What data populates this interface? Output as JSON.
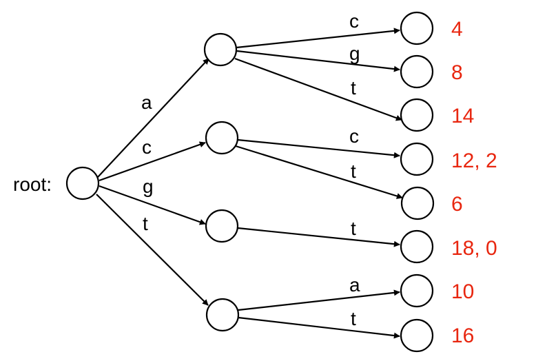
{
  "root_label": "root:",
  "value_color": "#e8260f",
  "edge_labels": {
    "a": "a",
    "c": "c",
    "g": "g",
    "t": "t",
    "a_c": "c",
    "a_g": "g",
    "a_t": "t",
    "c_c": "c",
    "c_t": "t",
    "g_t": "t",
    "t_a": "a",
    "t_t": "t"
  },
  "leaf_values": {
    "ac": "4",
    "ag": "8",
    "at": "14",
    "cc": "12, 2",
    "ct": "6",
    "gt": "18, 0",
    "ta": "10",
    "tt": "16"
  }
}
